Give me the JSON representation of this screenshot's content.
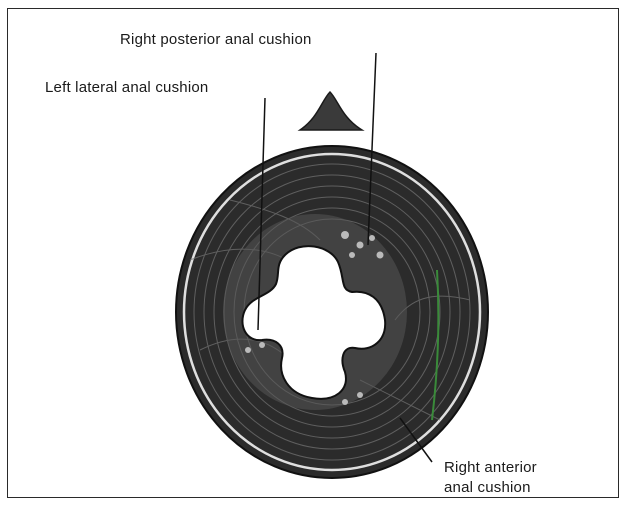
{
  "labels": {
    "right_posterior": "Right posterior anal cushion",
    "left_lateral": "Left lateral anal cushion",
    "right_anterior_line1": "Right anterior",
    "right_anterior_line2": "anal cushion"
  },
  "colors": {
    "ink": "#1a1a1a",
    "muscle_dark": "#2b2b2b",
    "muscle_mid": "#4a4a4a",
    "lumen": "#ffffff",
    "accent_green": "#3a8a3a"
  }
}
